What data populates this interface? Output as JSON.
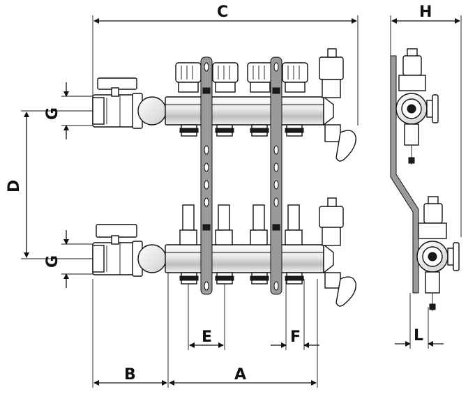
{
  "diagram": {
    "labels": {
      "C": "C",
      "H": "H",
      "G_top": "G",
      "G_bottom": "G",
      "D": "D",
      "E": "E",
      "F": "F",
      "L": "L",
      "A": "A",
      "B": "B"
    }
  }
}
